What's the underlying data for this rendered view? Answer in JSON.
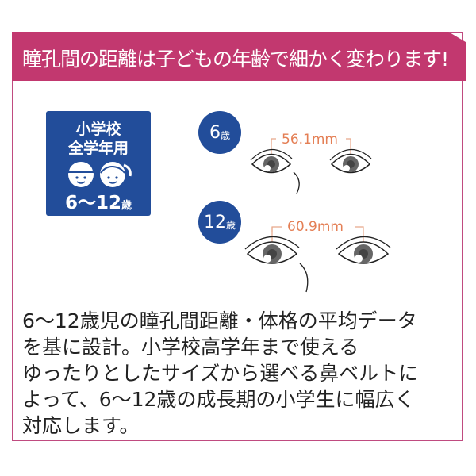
{
  "header": {
    "title": "瞳孔間の距離は子どもの年齢で細かく変わります!"
  },
  "badge": {
    "line1": "小学校",
    "line2": "全学年用",
    "age_range": "6〜12",
    "age_unit": "歳"
  },
  "ages": [
    {
      "age": "6",
      "unit": "歳",
      "distance": "56.1mm"
    },
    {
      "age": "12",
      "unit": "歳",
      "distance": "60.9mm"
    }
  ],
  "description": {
    "lines": [
      "6〜12歳児の瞳孔間距離・体格の平均データ",
      "を基に設計。小学校高学年まで使える",
      "ゆったりとしたサイズから選べる鼻ベルトに",
      "よって、6〜12歳の成長期の小学生に幅広く",
      "対応します。"
    ]
  },
  "colors": {
    "header": "#c2386f",
    "badge": "#224d9a",
    "measure": "#e47f55"
  }
}
